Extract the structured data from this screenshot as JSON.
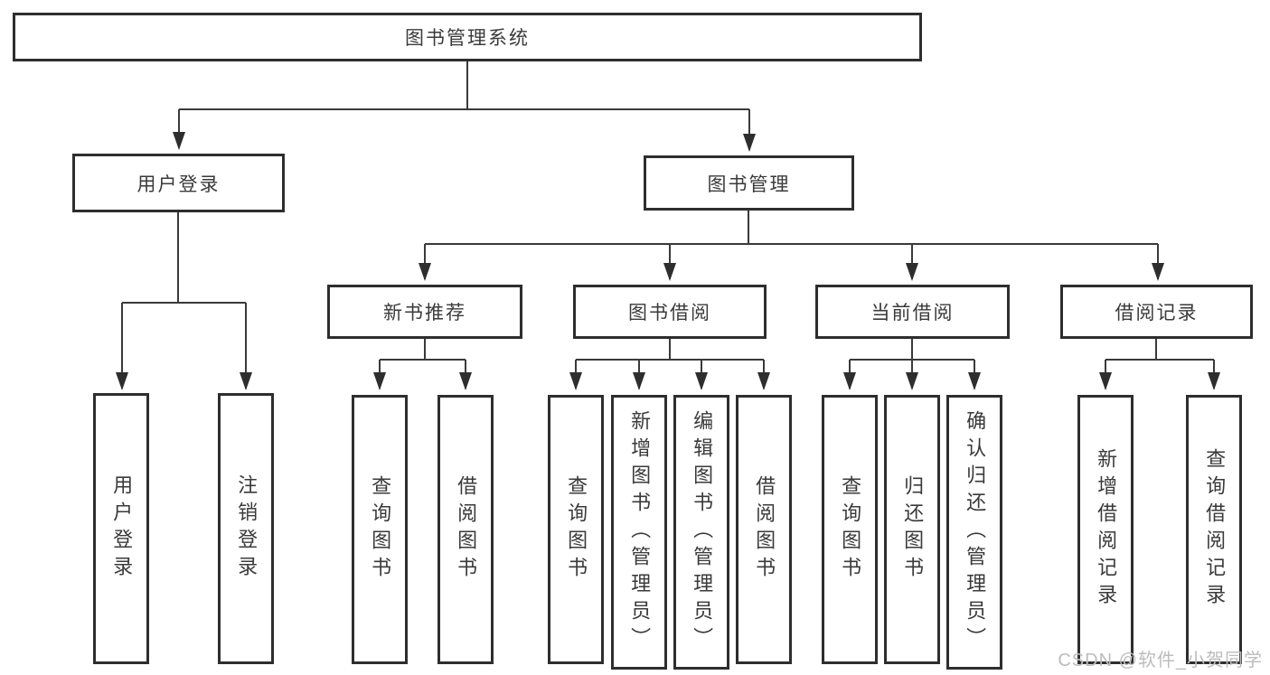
{
  "diagram_title": "图书管理系统",
  "tree": {
    "label": "图书管理系统",
    "children": [
      {
        "label": "用户登录",
        "children": [
          {
            "label": "用户登录"
          },
          {
            "label": "注销登录"
          }
        ]
      },
      {
        "label": "图书管理",
        "children": [
          {
            "label": "新书推荐",
            "children": [
              {
                "label": "查询图书"
              },
              {
                "label": "借阅图书"
              }
            ]
          },
          {
            "label": "图书借阅",
            "children": [
              {
                "label": "查询图书"
              },
              {
                "label": "新增图书（管理员）"
              },
              {
                "label": "编辑图书（管理员）"
              },
              {
                "label": "借阅图书"
              }
            ]
          },
          {
            "label": "当前借阅",
            "children": [
              {
                "label": "查询图书"
              },
              {
                "label": "归还图书"
              },
              {
                "label": "确认归还（管理员）"
              }
            ]
          },
          {
            "label": "借阅记录",
            "children": [
              {
                "label": "新增借阅记录"
              },
              {
                "label": "查询借阅记录"
              }
            ]
          }
        ]
      }
    ]
  },
  "watermark": {
    "text": "CSDN @软件_小贺同学"
  },
  "colors": {
    "background": "#ffffff",
    "box_border": "#2e2e2e",
    "connector_line": "#3a3a3a",
    "arrowhead": "#2e2e2e",
    "text": "#3a3a3a",
    "watermark_text": "#bcbcbc"
  }
}
